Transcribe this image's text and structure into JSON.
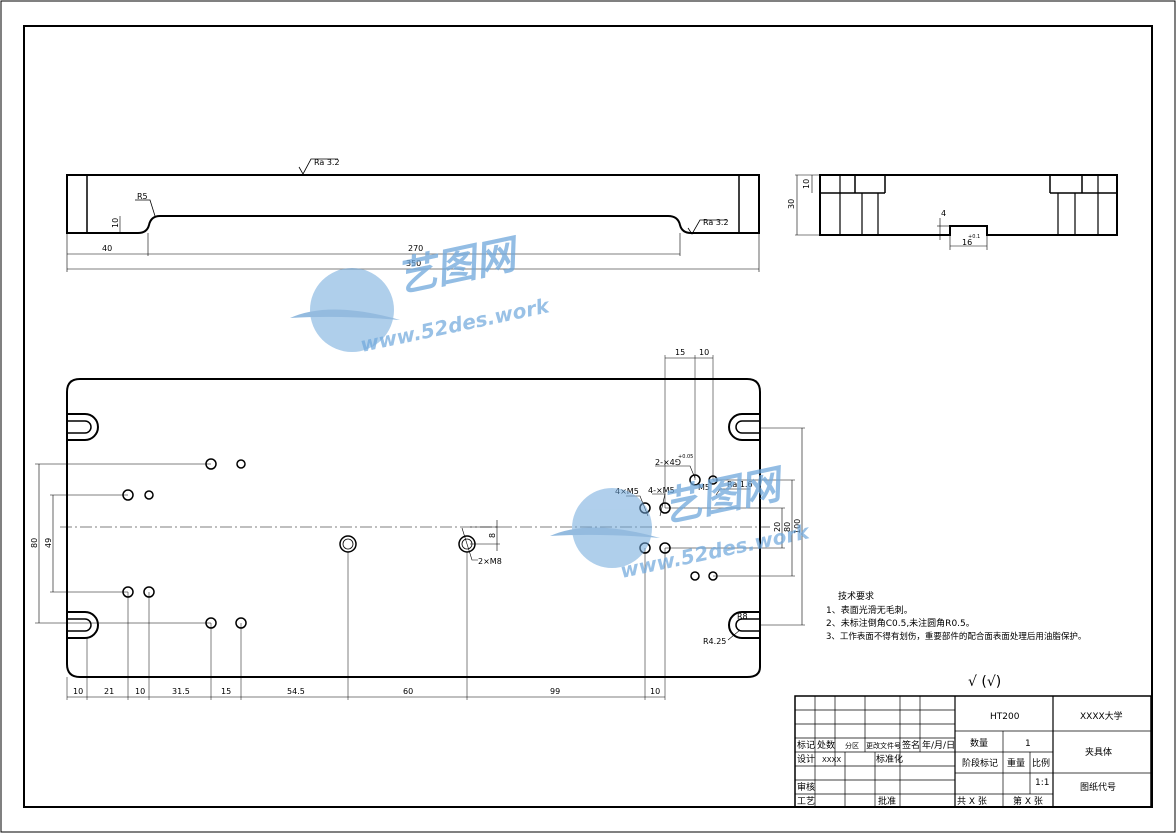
{
  "top_view": {
    "roughness_top": "Ra 3.2",
    "roughness_right": "Ra 3.2",
    "radius": "R5",
    "height_dim": "10",
    "dims": [
      "40",
      "270",
      "350"
    ]
  },
  "side_view": {
    "height_dim": "10",
    "total_height": "30",
    "groove_depth": "4",
    "groove_width": "16",
    "groove_tol": "+0.1"
  },
  "main_view": {
    "top_dims": [
      "15",
      "10"
    ],
    "hole_labels": {
      "tapped_top": "2-×4⅁",
      "tapped_tol": "+0.05",
      "m5_right": "M5",
      "m5_left": "4×M5",
      "m5_mid": "4-×M5",
      "ra16": "Ra 1.6",
      "m8": "2×M8",
      "r425": "R4.25",
      "r8": "R8"
    },
    "left_dims": [
      "80",
      "49"
    ],
    "right_dims": [
      "20",
      "80",
      "100"
    ],
    "center_dim": "8",
    "bottom_dims": [
      "10",
      "21",
      "10",
      "31.5",
      "15",
      "54.5",
      "60",
      "99",
      "10"
    ]
  },
  "tech_notes": {
    "title": "技术要求",
    "items": [
      "1、表面光滑无毛刺。",
      "2、未标注倒角C0.5,未注圆角R0.5。",
      "3、工作表面不得有划伤，重要部件的配合面表面处理后用油脂保护。"
    ]
  },
  "surface_symbols": "√   (√)",
  "title_block": {
    "material": "HT200",
    "school": "XXXX大学",
    "quantity_label": "数量",
    "quantity": "1",
    "part_name": "夹具体",
    "stage_label": "阶段标记",
    "weight_label": "重量",
    "scale_label": "比例",
    "scale": "1:1",
    "drawing_no": "图纸代号",
    "sheets_total": "共 X 张",
    "sheet_no": "第 X 张",
    "mark": "标记",
    "count": "处数",
    "partition": "分区",
    "change_doc": "更改文件号",
    "sign": "签名",
    "date": "年/月/日",
    "design": "设计",
    "designer": "XXXX",
    "standard": "标准化",
    "check": "审核",
    "process": "工艺",
    "approve": "批准"
  },
  "watermark": {
    "brand": "艺图网",
    "url": "www.52des.work"
  }
}
